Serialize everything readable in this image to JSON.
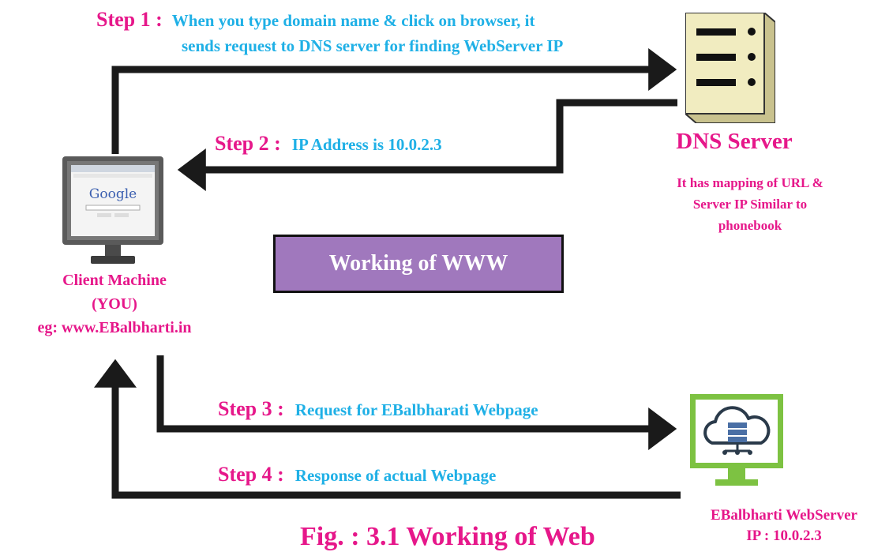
{
  "colors": {
    "magenta": "#e6178a",
    "cyan": "#1fb0e6",
    "purple_box": "#a078bd",
    "arrow": "#1a1a1a",
    "server_beige": "#f1ecc0",
    "webserver_green": "#7dc242"
  },
  "steps": [
    {
      "label": "Step 1 :",
      "text_line1": "When you type domain name & click on browser, it",
      "text_line2": "sends request to DNS server for finding WebServer IP"
    },
    {
      "label": "Step 2 :",
      "text": "IP Address is 10.0.2.3"
    },
    {
      "label": "Step 3 :",
      "text": "Request for EBalbharati Webpage"
    },
    {
      "label": "Step 4 :",
      "text": "Response of actual Webpage"
    }
  ],
  "dns": {
    "title": "DNS Server",
    "note_lines": [
      "It has mapping of URL &",
      "Server IP Similar to",
      "phonebook"
    ],
    "icon": "server-rack-icon"
  },
  "client": {
    "label_lines": [
      "Client Machine",
      "(YOU)",
      "eg: www.EBalbharti.in"
    ],
    "screen_text": "Google",
    "icon": "monitor-icon"
  },
  "webserver": {
    "label_line1": "EBalbharti WebServer",
    "label_line2": "IP : 10.0.2.3",
    "icon": "cloud-server-icon"
  },
  "center_box": {
    "title": "Working of WWW"
  },
  "caption": "Fig. : 3.1 Working of Web"
}
